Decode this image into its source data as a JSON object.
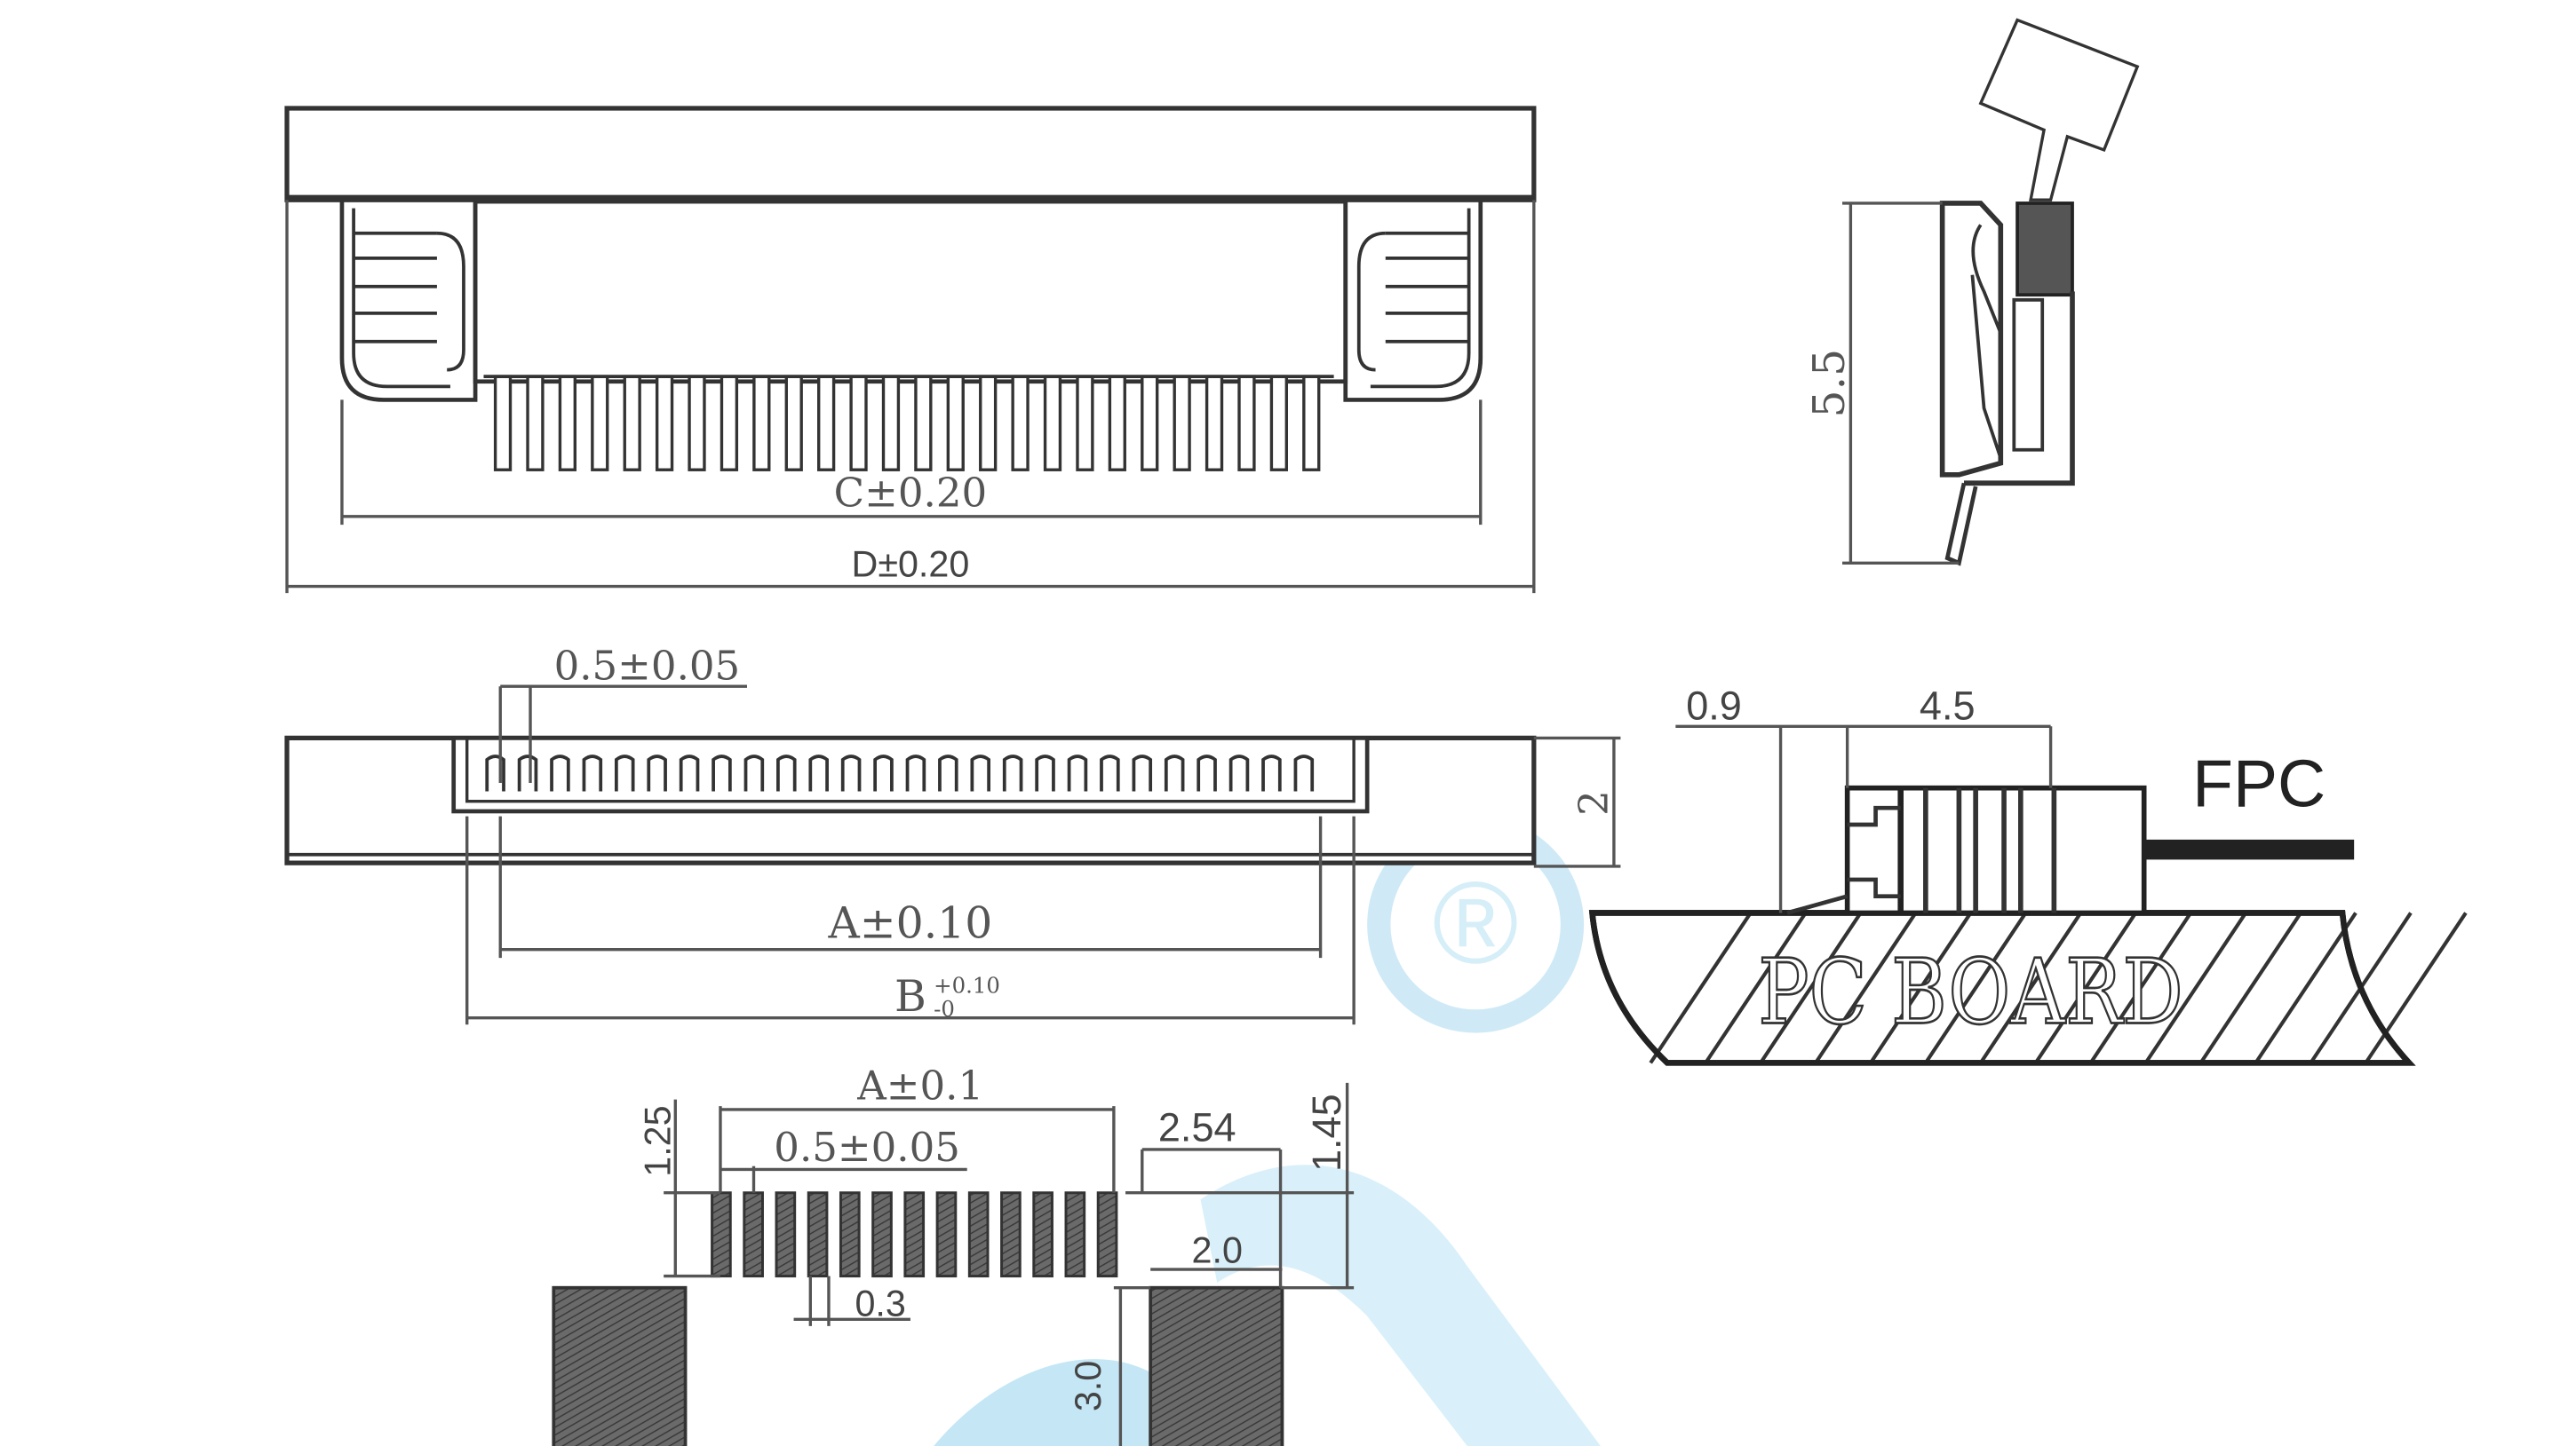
{
  "top_view": {
    "dim_c": "C±0.20",
    "dim_d": "D±0.20"
  },
  "side_view": {
    "dim_height": "5.5"
  },
  "front_view": {
    "dim_pitch": "0.5±0.05",
    "dim_a": "A±0.10",
    "dim_b_main": "B",
    "dim_b_plus": "+0.10",
    "dim_b_minus": "-0",
    "dim_thickness": "2"
  },
  "mount_view": {
    "dim_left": "0.9",
    "dim_right": "4.5",
    "label_fpc": "FPC",
    "label_board": "PC BOARD"
  },
  "footprint": {
    "dim_a": "A±0.1",
    "dim_pitch": "0.5±0.05",
    "dim_offset": "2.54",
    "dim_pad_len": "1.25",
    "dim_row": "1.45",
    "dim_tab_w": "2.0",
    "dim_pad_w": "0.3",
    "dim_tab_h": "3.0"
  },
  "watermark": {
    "symbol": "®",
    "color": "#bfe3f3"
  }
}
